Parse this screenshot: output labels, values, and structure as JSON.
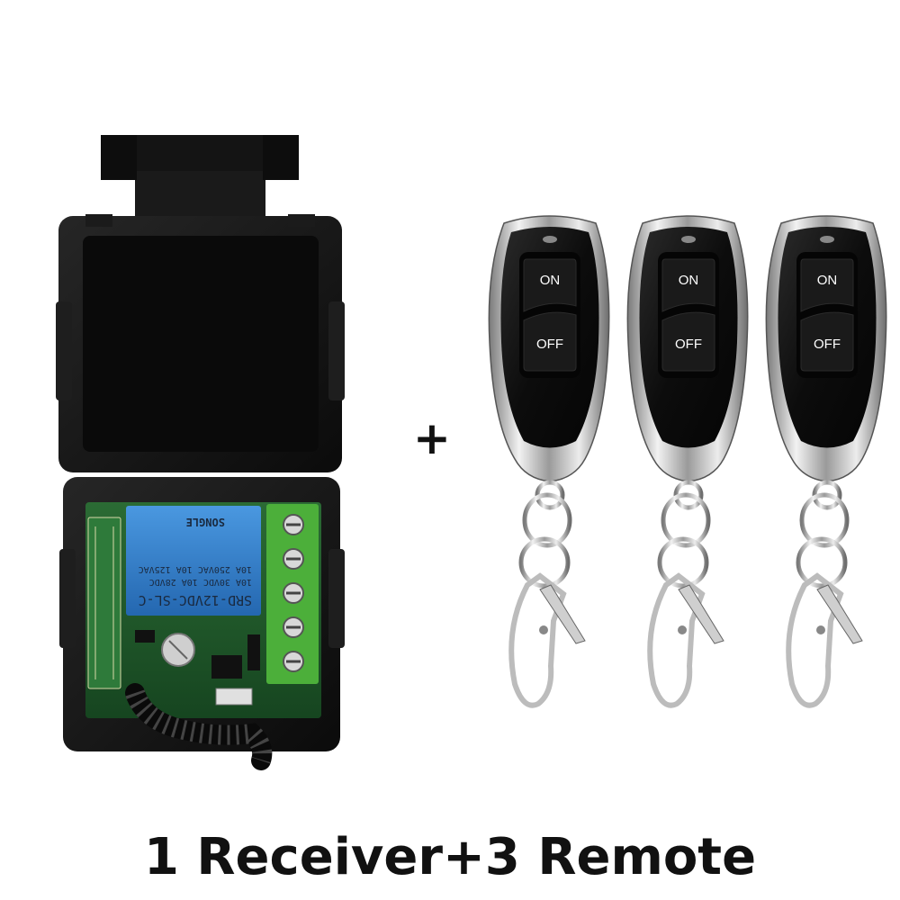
{
  "caption": "1 Receiver+3 Remote",
  "plus_sign": "+",
  "relay": {
    "model": "SRD-12VDC-SL-C",
    "rating_1": "10A 30VDC 10A 28VDC",
    "rating_2": "10A 250VAC 10A 125VAC",
    "brand": "SONGLE"
  },
  "remotes": [
    {
      "on_label": "ON",
      "off_label": "OFF"
    },
    {
      "on_label": "ON",
      "off_label": "OFF"
    },
    {
      "on_label": "ON",
      "off_label": "OFF"
    }
  ],
  "colors": {
    "housing": "#151515",
    "pcb": "#1f5a2a",
    "relay": "#2f7fd0",
    "terminal": "#4caf3a",
    "chrome": "#c8c8c8",
    "remote_face": "#0c0c0c"
  }
}
